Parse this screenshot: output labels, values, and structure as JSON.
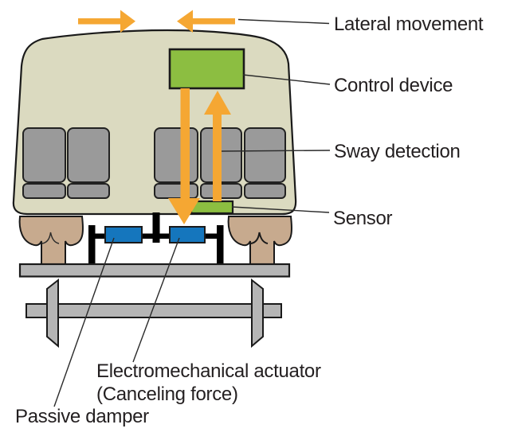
{
  "diagram": {
    "subject": "train-car-active-suspension-cross-section",
    "labels": {
      "lateral_movement": "Lateral movement",
      "control_device": "Control device",
      "sway_detection": "Sway detection",
      "sensor": "Sensor",
      "electromechanical_actuator": "Electromechanical actuator",
      "canceling_force": "(Canceling force)",
      "passive_damper": "Passive damper"
    },
    "colors": {
      "arrow_orange": "#f5a733",
      "device_green": "#8cbe41",
      "actuator_blue": "#1576bd",
      "body_beige": "#dbdac0",
      "seat_gray": "#9a9a9a",
      "bogie_gray": "#b5b5b5",
      "wheel_tan": "#c7aa8e",
      "link_black": "#000000"
    }
  }
}
